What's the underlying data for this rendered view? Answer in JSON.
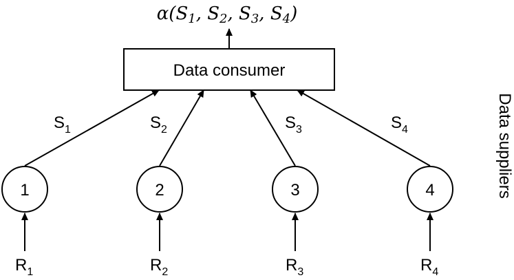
{
  "output": {
    "prefix": "α(",
    "items": [
      {
        "base": "S",
        "sub": "1"
      },
      {
        "base": "S",
        "sub": "2"
      },
      {
        "base": "S",
        "sub": "3"
      },
      {
        "base": "S",
        "sub": "4"
      }
    ],
    "separator": ", ",
    "suffix": ")"
  },
  "consumer": {
    "label": "Data consumer"
  },
  "edges": [
    {
      "base": "S",
      "sub": "1"
    },
    {
      "base": "S",
      "sub": "2"
    },
    {
      "base": "S",
      "sub": "3"
    },
    {
      "base": "S",
      "sub": "4"
    }
  ],
  "suppliers": [
    {
      "label": "1",
      "input": {
        "base": "R",
        "sub": "1"
      }
    },
    {
      "label": "2",
      "input": {
        "base": "R",
        "sub": "2"
      }
    },
    {
      "label": "3",
      "input": {
        "base": "R",
        "sub": "3"
      }
    },
    {
      "label": "4",
      "input": {
        "base": "R",
        "sub": "4"
      }
    }
  ],
  "suppliers_group_label": "Data suppliers"
}
